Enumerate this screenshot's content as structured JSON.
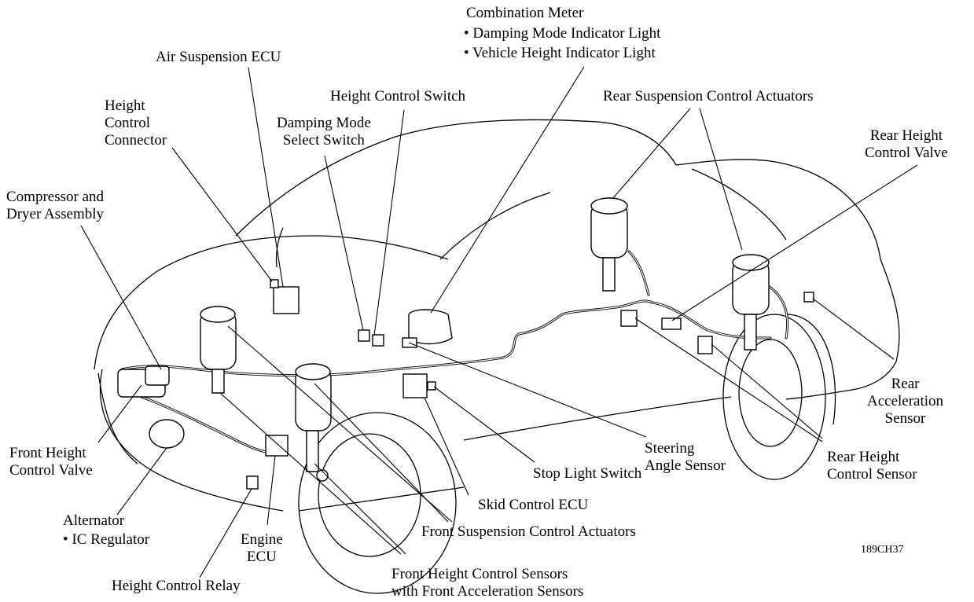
{
  "labels": {
    "combination_meter": "Combination Meter",
    "damping_mode_indicator": "• Damping Mode Indicator Light",
    "vehicle_height_indicator": "• Vehicle Height Indicator Light",
    "air_suspension_ecu": "Air Suspension ECU",
    "height_control_switch": "Height Control Switch",
    "rear_suspension_actuators": "Rear Suspension Control Actuators",
    "height_control_connector": "Height\nControl\nConnector",
    "damping_mode_select_switch": "Damping Mode\nSelect Switch",
    "rear_height_control_valve": "Rear Height\nControl Valve",
    "compressor_dryer": "Compressor and\nDryer Assembly",
    "rear_acceleration_sensor": "Rear\nAcceleration\nSensor",
    "front_height_control_valve": "Front Height\nControl Valve",
    "steering_angle_sensor": "Steering\nAngle Sensor",
    "rear_height_control_sensor": "Rear Height\nControl Sensor",
    "stop_light_switch": "Stop Light Switch",
    "skid_control_ecu": "Skid Control ECU",
    "alternator": "Alternator",
    "ic_regulator": "• IC Regulator",
    "engine_ecu": "Engine\nECU",
    "front_suspension_actuators": "Front Suspension Control Actuators",
    "height_control_relay": "Height Control Relay",
    "front_height_sensors": "Front Height Control Sensors\nwith Front Acceleration Sensors",
    "figure_code": "189CH37"
  }
}
